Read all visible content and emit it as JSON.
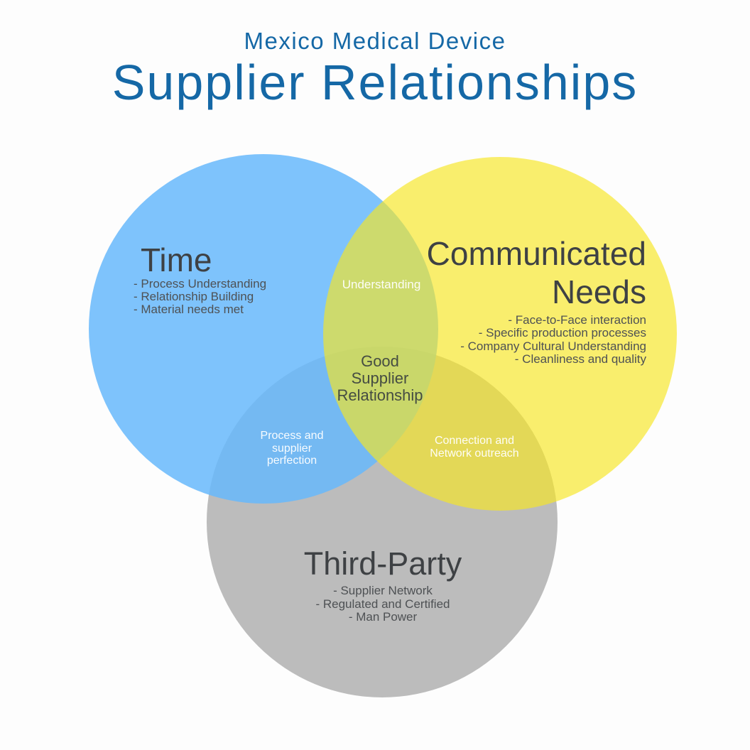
{
  "page": {
    "background_color": "#fdfdfd"
  },
  "header": {
    "subtitle": "Mexico Medical Device",
    "title": "Supplier Relationships",
    "text_color": "#1568a6"
  },
  "venn": {
    "circles": [
      {
        "name": "time",
        "label": "Time",
        "fill_color": "#7EC3FC",
        "items": [
          "- Process Understanding",
          "- Relationship Building",
          "- Material needs met"
        ]
      },
      {
        "name": "communicated-needs",
        "label": "Communicated\nNeeds",
        "fill_color": "#FAEE66",
        "items": [
          "- Face-to-Face interaction",
          "- Specific production processes",
          "- Company Cultural Understanding",
          "- Cleanliness and quality"
        ]
      },
      {
        "name": "third-party",
        "label": "Third-Party",
        "fill_color": "#BCBCBC",
        "items": [
          "- Supplier Network",
          "- Regulated and Certified",
          "- Man Power"
        ]
      }
    ],
    "overlaps": {
      "time_needs": {
        "label": "Understanding",
        "fill_color": "#CBDA74"
      },
      "time_thirdparty": {
        "label": "Process and\nsupplier\nperfection",
        "fill_color": "#6FAEE2"
      },
      "needs_thirdparty": {
        "label": "Connection and\nNetwork outreach",
        "fill_color": "#E2D757"
      },
      "center": {
        "label": "Good\nSupplier\nRelationship",
        "fill_color": "#C9D56F"
      }
    }
  }
}
